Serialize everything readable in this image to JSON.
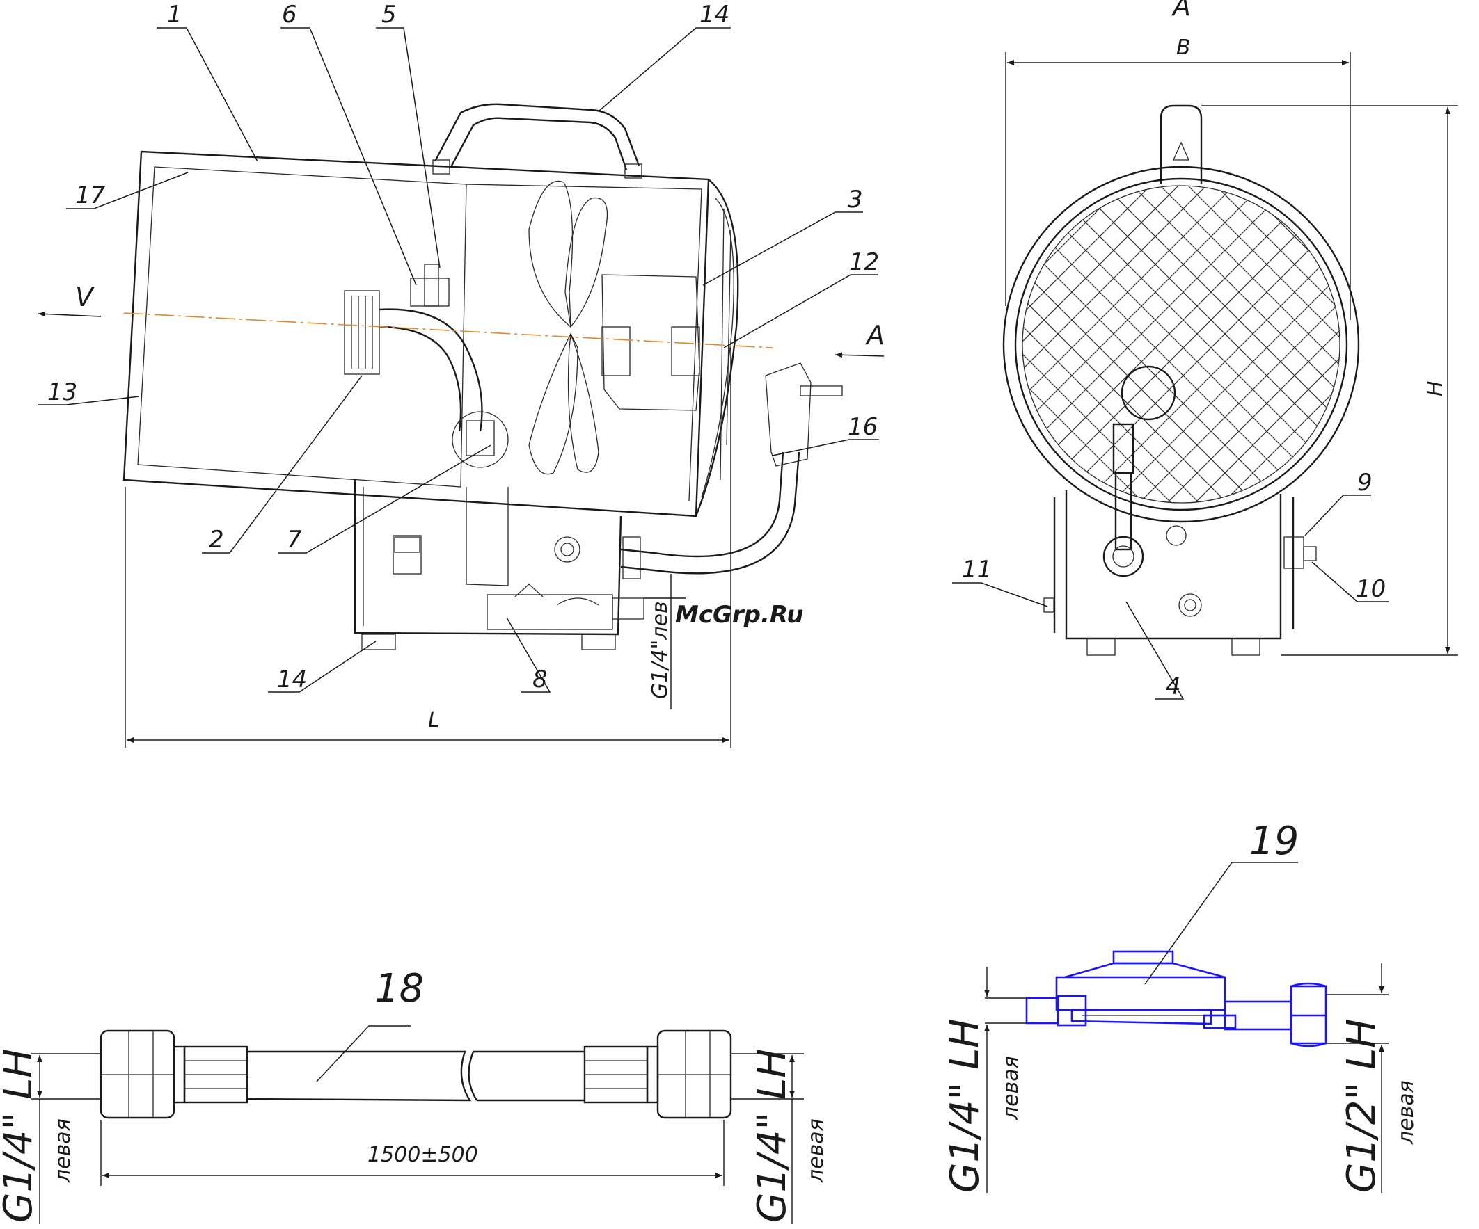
{
  "callouts": [
    "1",
    "2",
    "3",
    "4",
    "5",
    "6",
    "7",
    "8",
    "9",
    "10",
    "11",
    "12",
    "13",
    "14",
    "14",
    "16",
    "17",
    "18",
    "19"
  ],
  "views": {
    "view_a_mark": "A",
    "view_v_arrow": "V",
    "view_a_arrow": "A"
  },
  "dimensions": {
    "length": "L",
    "width": "B",
    "height": "H",
    "hose_length": "1500±500",
    "gas_inlet": "G1/4\"лев"
  },
  "threads": {
    "hose_left_thread": "G1/4\" LH",
    "hose_left_word": "левая",
    "hose_right_thread": "G1/4\" LH",
    "hose_right_word": "левая",
    "reg_left_thread": "G1/4\" LH",
    "reg_left_word": "левая",
    "reg_right_thread": "G1/2\" LH",
    "reg_right_word": "левая"
  },
  "watermark": "McGrp.Ru",
  "colors": {
    "lines": "#1a1a1a",
    "axis": "#e08a2a",
    "regulator": "#1a14ff",
    "watermark": "#d40000"
  }
}
